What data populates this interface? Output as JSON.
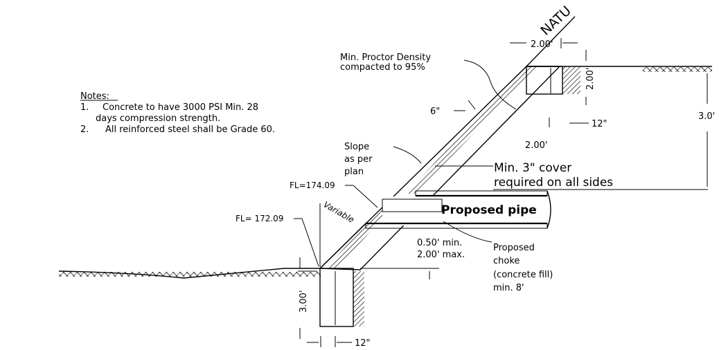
{
  "notes": {
    "heading": "Notes:",
    "items": [
      {
        "num": "1.",
        "line1": "Concrete to have 3000 PSI Min. 28",
        "line2": "days compression strength."
      },
      {
        "num": "2.",
        "line1": "All reinforced steel shall be Grade 60.",
        "line2": ""
      }
    ]
  },
  "labels": {
    "natural": "NATU",
    "proctor_line1": "Min. Proctor  Density",
    "proctor_line2": "compacted to 95%",
    "slope_line1": "Slope",
    "slope_line2": "as per",
    "slope_line3": "plan",
    "cover_line1": "Min. 3\" cover",
    "cover_line2": "required on all sides",
    "pipe": "Proposed pipe",
    "variable": "Variable",
    "fl_upper": "FL=174.09",
    "fl_lower": "FL= 172.09",
    "min_max_line1": "0.50' min.",
    "min_max_line2": "2.00' max.",
    "choke_line1": "Proposed",
    "choke_line2": "choke",
    "choke_line3": "(concrete fill)",
    "choke_line4": "min. 8'"
  },
  "dimensions": {
    "top_width": "2.00'",
    "top_depth": "2.00'",
    "top_key_width": "12\"",
    "right_height": "3.0'",
    "thickness": "6\"",
    "mid_depth": "2.00'",
    "bottom_depth": "3.00'",
    "bottom_key_width": "12\""
  },
  "colors": {
    "ink": "#000000",
    "paper": "#ffffff"
  }
}
